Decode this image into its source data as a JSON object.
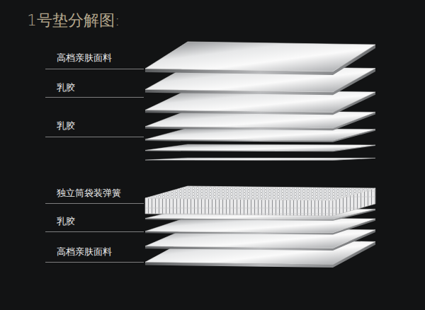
{
  "diagram": {
    "title": "1号垫分解图:",
    "labels": [
      "高档亲肤面料",
      "乳胶",
      "乳胶",
      "独立筒袋装弹簧",
      "乳胶",
      "高档亲肤面料"
    ]
  }
}
